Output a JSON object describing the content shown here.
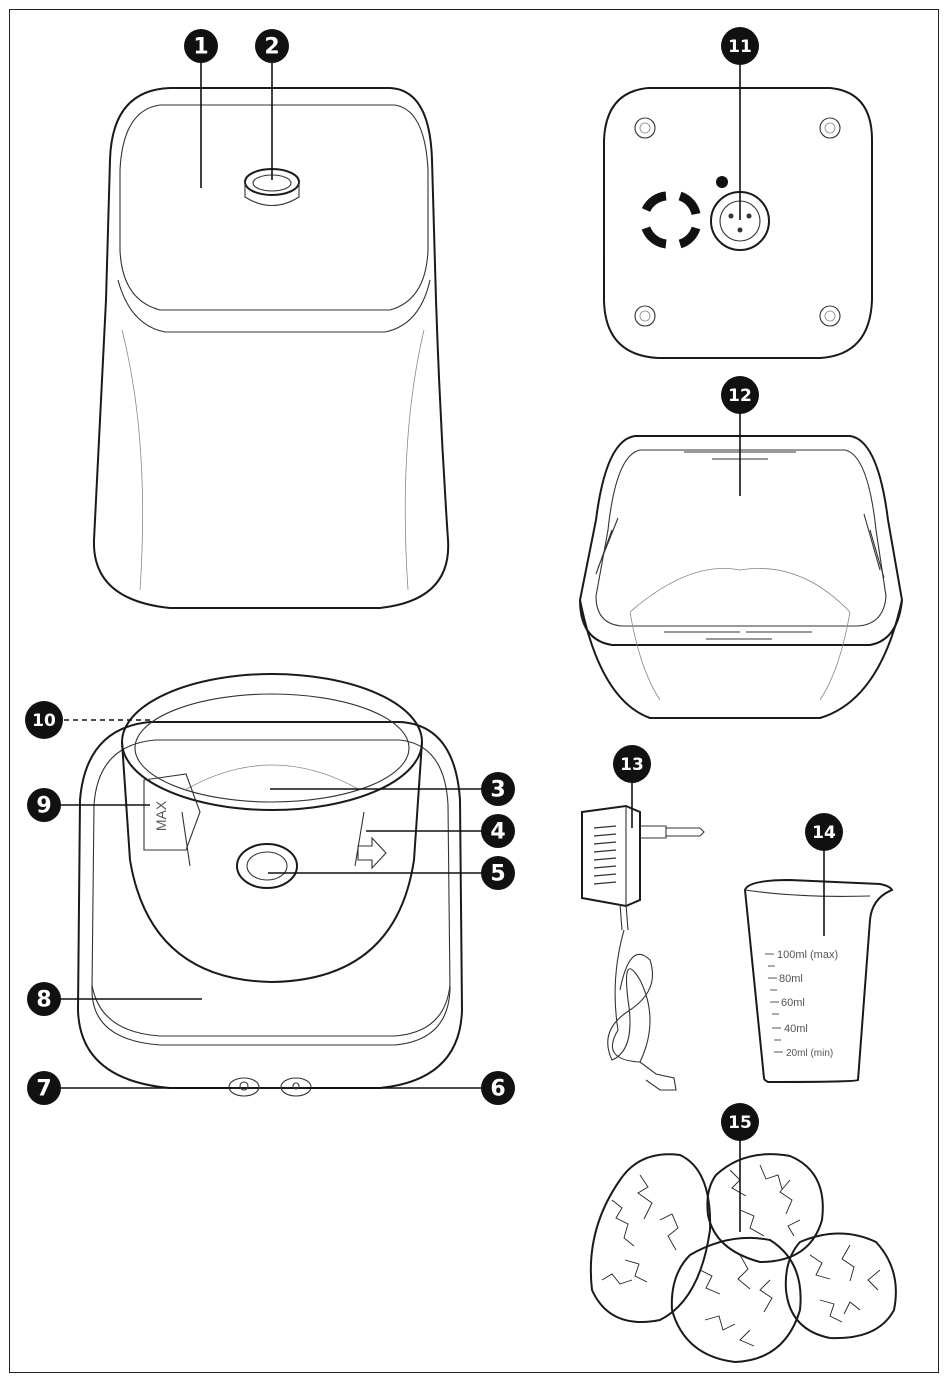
{
  "callouts": [
    {
      "id": "1",
      "label": "1"
    },
    {
      "id": "2",
      "label": "2"
    },
    {
      "id": "3",
      "label": "3"
    },
    {
      "id": "4",
      "label": "4"
    },
    {
      "id": "5",
      "label": "5"
    },
    {
      "id": "6",
      "label": "6"
    },
    {
      "id": "7",
      "label": "7"
    },
    {
      "id": "8",
      "label": "8"
    },
    {
      "id": "9",
      "label": "9"
    },
    {
      "id": "10",
      "label": "10"
    },
    {
      "id": "11",
      "label": "11"
    },
    {
      "id": "12",
      "label": "12"
    },
    {
      "id": "13",
      "label": "13"
    },
    {
      "id": "14",
      "label": "14"
    },
    {
      "id": "15",
      "label": "15"
    }
  ],
  "tank": {
    "max_label": "MAX"
  },
  "cup": {
    "marks": [
      "100ml (max)",
      "80ml",
      "60ml",
      "40ml",
      "20ml (min)"
    ]
  },
  "colors": {
    "line": "#1a1a1a",
    "badge": "#111111",
    "accent": "#d8d8d8"
  }
}
